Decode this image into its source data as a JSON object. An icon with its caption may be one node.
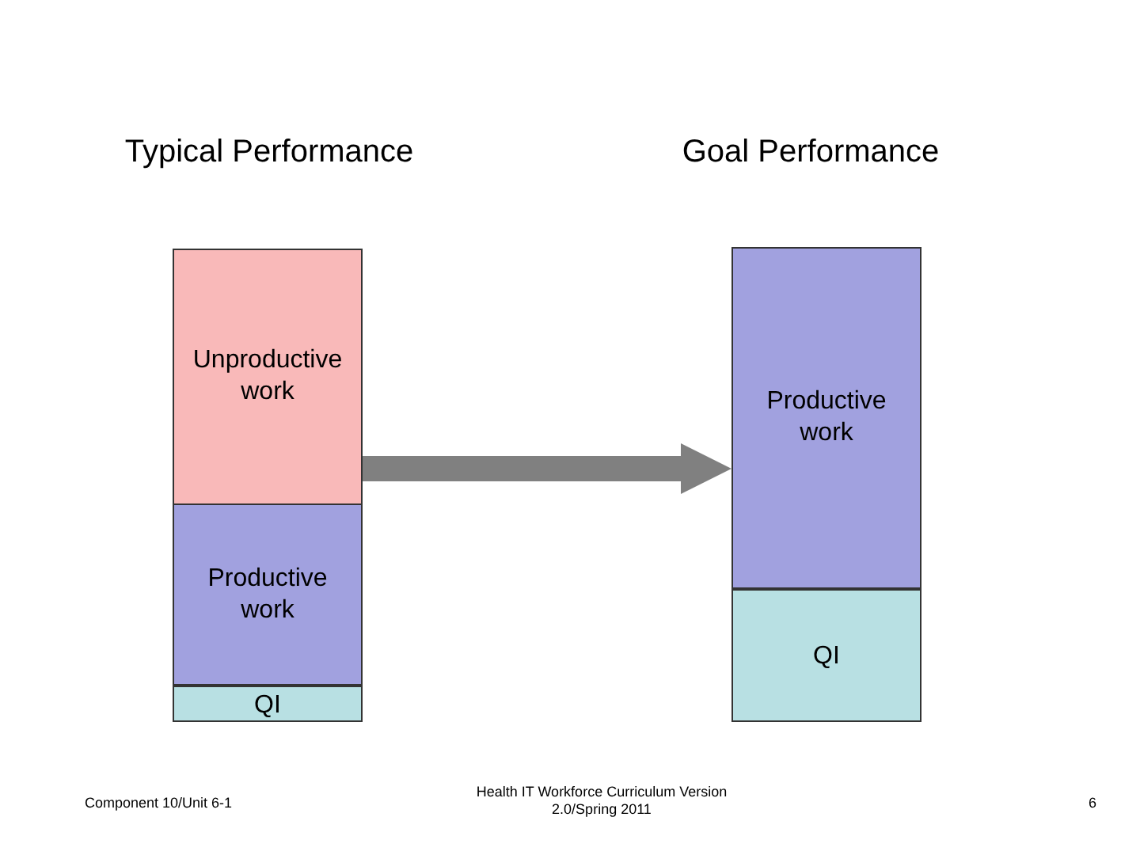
{
  "diagram": {
    "nodes": [
      {
        "text": [
          "Unproductive work"
        ]
      },
      {
        "text": [
          "Productive work"
        ]
      },
      {
        "text": [
          "QI"
        ]
      },
      {
        "text": [
          "Productive work"
        ]
      },
      {
        "text": [
          "QI"
        ]
      }
    ],
    "edges": [
      {
        "from": 0,
        "to": 3,
        "arrow": "to"
      }
    ],
    "labels": [
      "Typical Performance",
      "Goal Performance",
      "Component 10/Unit 6-1",
      "Health IT Workforce Curriculum Version 2.0/Spring 2011",
      "6"
    ]
  }
}
